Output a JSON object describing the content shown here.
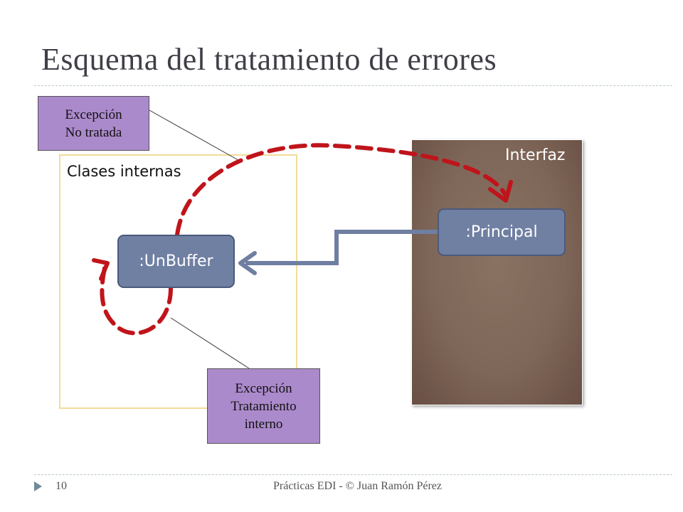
{
  "slide": {
    "title": "Esquema del tratamiento de errores",
    "page_number": "10",
    "footer": "Prácticas EDI - © Juan Ramón Pérez"
  },
  "diagram": {
    "internal_area_label": "Clases internas",
    "interface_area_label": "Interfaz",
    "nodes": {
      "unbuffer": ":UnBuffer",
      "principal": ":Principal"
    },
    "callouts": {
      "untreated": [
        "Excepción",
        "No tratada"
      ],
      "internal": [
        "Excepción",
        "Tratamiento",
        "interno"
      ]
    },
    "colors": {
      "node_fill": "#7080a3",
      "callout_fill": "#ab8acb",
      "exception_arrow": "#c0141b",
      "call_arrow": "#6f7fa2",
      "interface_panel": "#7e6658",
      "internal_border": "#f2dc9a"
    }
  }
}
